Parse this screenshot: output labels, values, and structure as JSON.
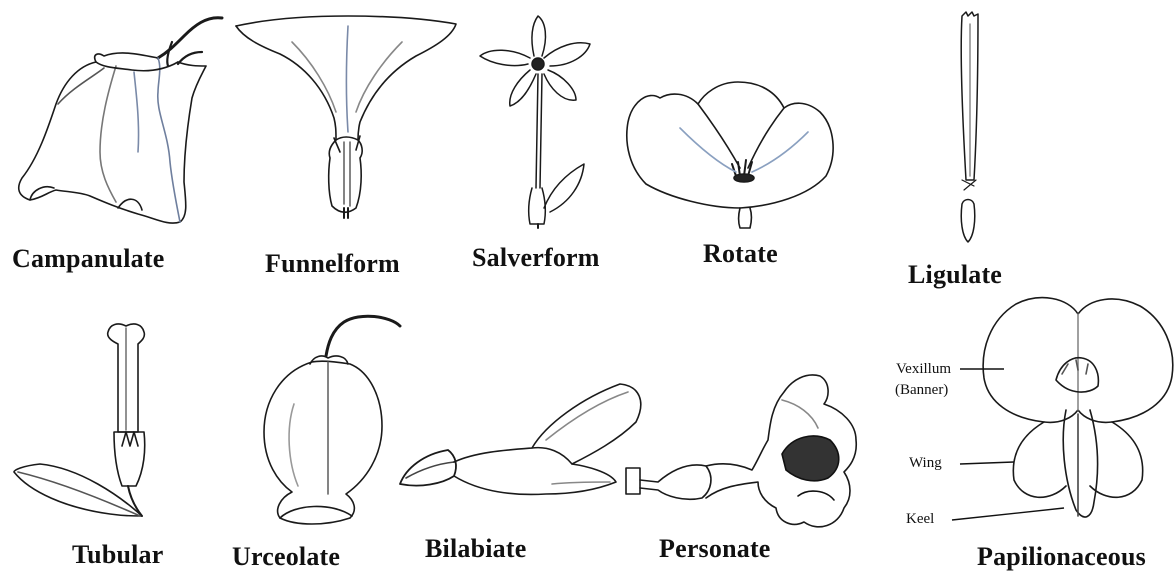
{
  "row1": {
    "campanulate": "Campanulate",
    "funnelform": "Funnelform",
    "salverform": "Salverform",
    "rotate": "Rotate",
    "ligulate": "Ligulate"
  },
  "row2": {
    "tubular": "Tubular",
    "urceolate": "Urceolate",
    "bilabiate": "Bilabiate",
    "personate": "Personate",
    "papilionaceous": "Papilionaceous"
  },
  "parts": {
    "vexillum": "Vexillum",
    "banner": "(Banner)",
    "wing": "Wing",
    "keel": "Keel"
  }
}
